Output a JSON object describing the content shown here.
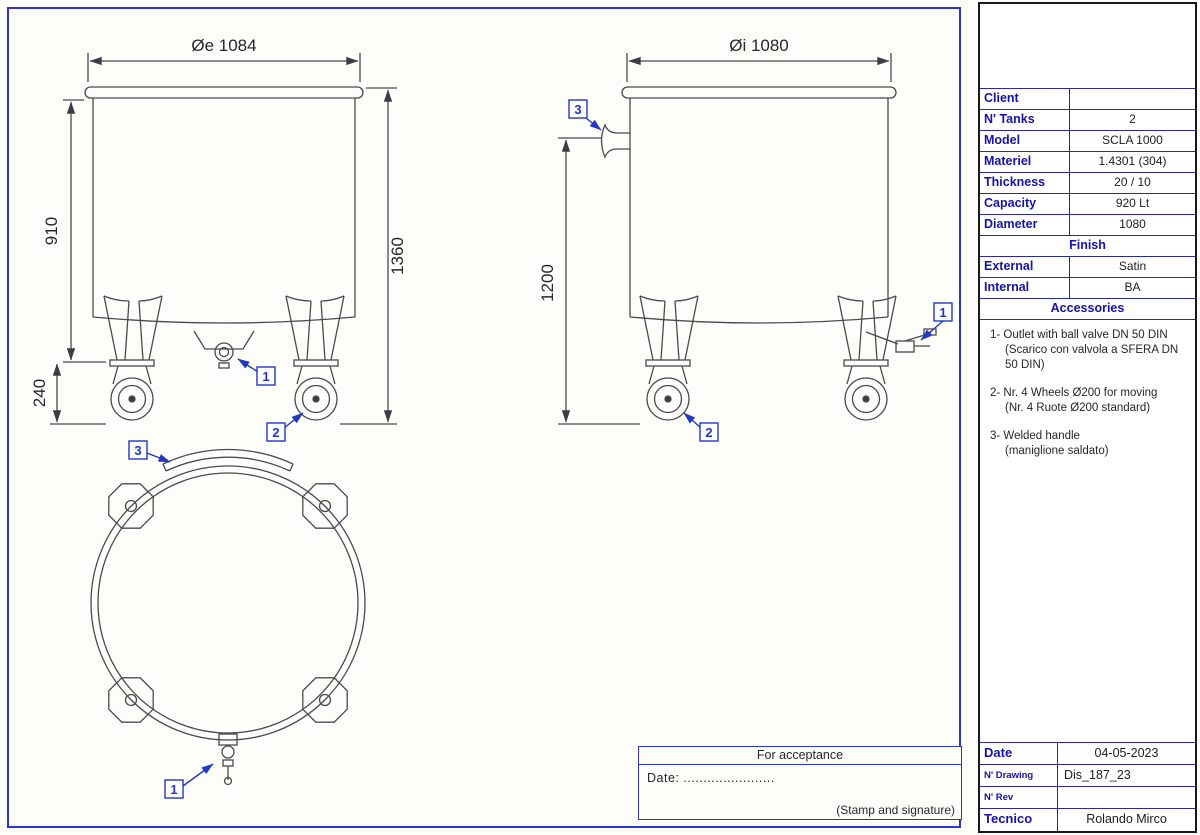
{
  "colors": {
    "frame_blue": "#2b36c8",
    "line_dark": "#4a4a52",
    "label_blue": "#1512ad",
    "callout_blue": "#2336c4"
  },
  "callouts": {
    "c1": "1",
    "c2": "2",
    "c3": "3"
  },
  "front_view": {
    "dim_diameter": "Øe 1084",
    "dim_height_body": "910",
    "dim_height_total": "1360",
    "dim_wheel": "240"
  },
  "side_view": {
    "dim_diameter": "Øi 1080",
    "dim_height": "1200"
  },
  "acceptance": {
    "title": "For acceptance",
    "date_label": "Date:",
    "date_value": ".......................",
    "note": "(Stamp and signature)"
  },
  "spec": {
    "rows": [
      {
        "label": "Client",
        "value": ""
      },
      {
        "label": "N' Tanks",
        "value": "2"
      },
      {
        "label": "Model",
        "value": "SCLA 1000"
      },
      {
        "label": "Materiel",
        "value": "1.4301 (304)"
      },
      {
        "label": "Thickness",
        "value": "20 / 10"
      },
      {
        "label": "Capacity",
        "value": "920 Lt"
      },
      {
        "label": "Diameter",
        "value": "1080"
      }
    ],
    "finish_header": "Finish",
    "finish_rows": [
      {
        "label": "External",
        "value": "Satin"
      },
      {
        "label": "Internal",
        "value": "BA"
      }
    ],
    "accessories_header": "Accessories",
    "accessories_items": [
      "1-  Outlet with ball valve DN 50 DIN\n(Scarico con valvola a SFERA DN 50 DIN)",
      "2-  Nr. 4 Wheels Ø200 for moving\n(Nr. 4 Ruote Ø200 standard)",
      "3-  Welded handle\n(maniglione saldato)"
    ]
  },
  "titleblock": {
    "date_label": "Date",
    "date_value": "04-05-2023",
    "drawing_label": "N' Drawing",
    "drawing_value": "Dis_187_23",
    "rev_label": "N' Rev",
    "rev_value": "",
    "tecnico_label": "Tecnico",
    "tecnico_value": "Rolando Mirco"
  }
}
